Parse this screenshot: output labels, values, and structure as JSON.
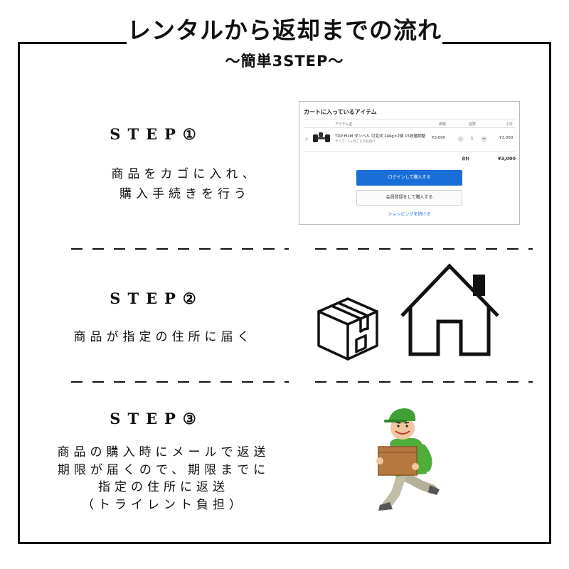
{
  "header": {
    "title": "レンタルから返却までの流れ",
    "subtitle": "〜簡単3STEP〜"
  },
  "steps": [
    {
      "label": "STEP①",
      "desc_lines": [
        "商品をカゴに入れ、",
        "購入手続きを行う"
      ]
    },
    {
      "label": "STEP②",
      "desc_lines": [
        "商品が指定の住所に届く"
      ]
    },
    {
      "label": "STEP③",
      "desc_lines": [
        "商品の購入時にメールで返送",
        "期限が届くので、期限までに",
        "指定の住所に返送",
        "（トライレント負担）"
      ]
    }
  ],
  "cart": {
    "title": "カートに入っているアイテム",
    "columns": {
      "item": "アイテム名",
      "price": "価格",
      "qty": "個数",
      "subtotal": "小計"
    },
    "remove_symbol": "×",
    "item": {
      "name": "TOP FILM ダンベル 可変式 24kg×2個 15段階調整",
      "sub": "サイズ：1ヶ月ごとのお届け",
      "price": "¥3,000",
      "qty": "1",
      "minus": "−",
      "plus": "+",
      "subtotal": "¥3,000"
    },
    "total_label": "合計",
    "total_value": "¥3,000",
    "login_button": "ログインして購入する",
    "register_button": "会員登録をして購入する",
    "continue_link": "ショッピングを続ける",
    "accent_color": "#1a6ed8"
  },
  "illustrations": {
    "box_icon": "cardboard-box-icon",
    "house_icon": "house-icon",
    "delivery_icon": "delivery-person-icon"
  }
}
